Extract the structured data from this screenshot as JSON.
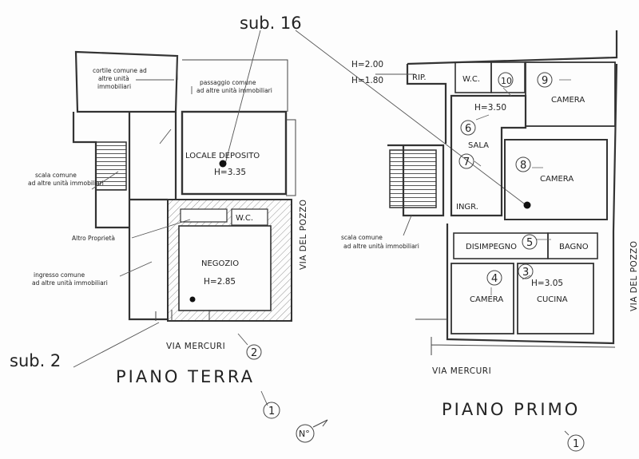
{
  "labels": {
    "sub16": "sub. 16",
    "sub2": "sub. 2",
    "h200": "H=2.00",
    "h180": "H=1.80",
    "rip": "RIP.",
    "wc_primo": "W.C.",
    "camera9": "CAMERA",
    "h350": "H=3.50",
    "sala": "SALA",
    "camera8": "CAMERA",
    "ingr": "INGR.",
    "disimpegno": "DISIMPEGNO",
    "bagno": "BAGNO",
    "h305": "H=3.05",
    "camera4": "CAMERA",
    "cucina": "CUCINA",
    "cortile_l1": "cortile comune ad",
    "cortile_l2": "altre unità",
    "cortile_l3": "immobiliari",
    "passaggio_l1": "passaggio comune",
    "passaggio_l2": "ad altre unità immobiliari",
    "scala_t_l1": "scala comune",
    "scala_t_l2": "ad altre unità immobiliari",
    "altro": "Altro Proprietà",
    "ingresso_l1": "ingresso comune",
    "ingresso_l2": "ad altre unità immobiliari",
    "locale_deposito": "LOCALE DEPOSITO",
    "h335": "H=3.35",
    "wc_terra": "W.C.",
    "negozio": "NEGOZIO",
    "h285": "H=2.85",
    "scala_p_l1": "scala comune",
    "scala_p_l2": "ad altre unità immobiliari",
    "via_pozzo_left": "VIA DEL POZZO",
    "via_pozzo_right": "VIA DEL POZZO",
    "via_mercuri_left": "VIA MERCURI",
    "via_mercuri_right": "VIA MERCURI",
    "piano_terra": "PIANO TERRA",
    "piano_primo": "PIANO PRIMO",
    "north": "N°"
  },
  "markers": {
    "m10": "10",
    "m9": "9",
    "m6": "6",
    "m7": "7",
    "m8": "8",
    "m5": "5",
    "m4": "4",
    "m3": "3",
    "m2": "2",
    "m1_terra": "1",
    "m1_primo": "1"
  }
}
